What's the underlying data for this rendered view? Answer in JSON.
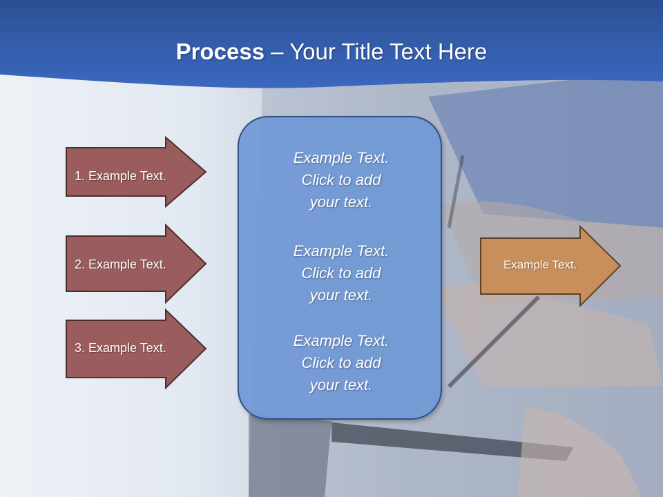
{
  "title": {
    "bold": "Process",
    "rest": " – Your Title Text Here"
  },
  "input_arrows": [
    {
      "label": "1. Example Text."
    },
    {
      "label": "2. Example Text."
    },
    {
      "label": "3. Example Text."
    }
  ],
  "center_box": {
    "paragraphs": [
      {
        "line1": "Example Text.",
        "line2": "Click  to add",
        "line3": "your text."
      },
      {
        "line1": "Example Text.",
        "line2": "Click  to add",
        "line3": "your text."
      },
      {
        "line1": "Example Text.",
        "line2": "Click  to add",
        "line3": "your text."
      }
    ]
  },
  "output_arrow": {
    "label": "Example Text."
  },
  "colors": {
    "header_blue": "#3561b3",
    "input_arrow_fill": "#9a5c5c",
    "center_box_fill": "#7098d6",
    "output_arrow_fill": "#c88e5c"
  }
}
